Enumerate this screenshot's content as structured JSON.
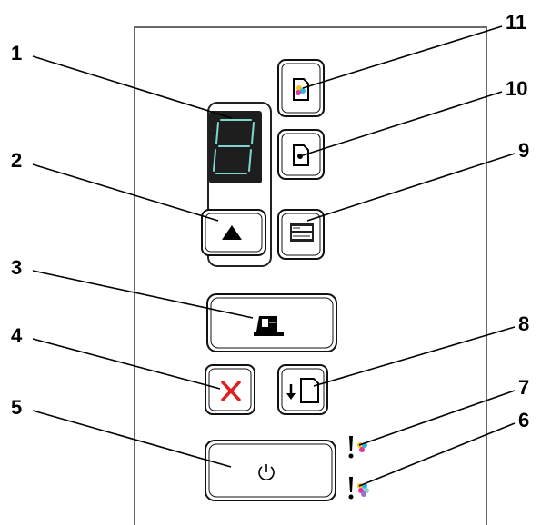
{
  "diagram": {
    "callouts": {
      "c1": "1",
      "c2": "2",
      "c3": "3",
      "c4": "4",
      "c5": "5",
      "c6": "6",
      "c7": "7",
      "c8": "8",
      "c9": "9",
      "c10": "10",
      "c11": "11"
    },
    "icons": {
      "display": "seven-segment-display-icon",
      "select": "up-triangle-icon",
      "scan": "scanner-icon",
      "cancel": "x-icon",
      "power": "power-icon",
      "color_copy": "color-copy-icon",
      "black_copy": "black-copy-icon",
      "photo_proof": "photo-proof-sheet-icon",
      "reprint": "reprint-icon",
      "color_cartridge_alert": "color-cartridge-alert-icon",
      "photo_cartridge_alert": "photo-cartridge-alert-icon"
    },
    "colors": {
      "cancel_x": "#e02020",
      "display_segments": "#7fd6d0",
      "color_dot_cyan": "#2ab7e0",
      "color_dot_magenta": "#e0359e",
      "color_dot_yellow": "#f2c21b"
    }
  }
}
